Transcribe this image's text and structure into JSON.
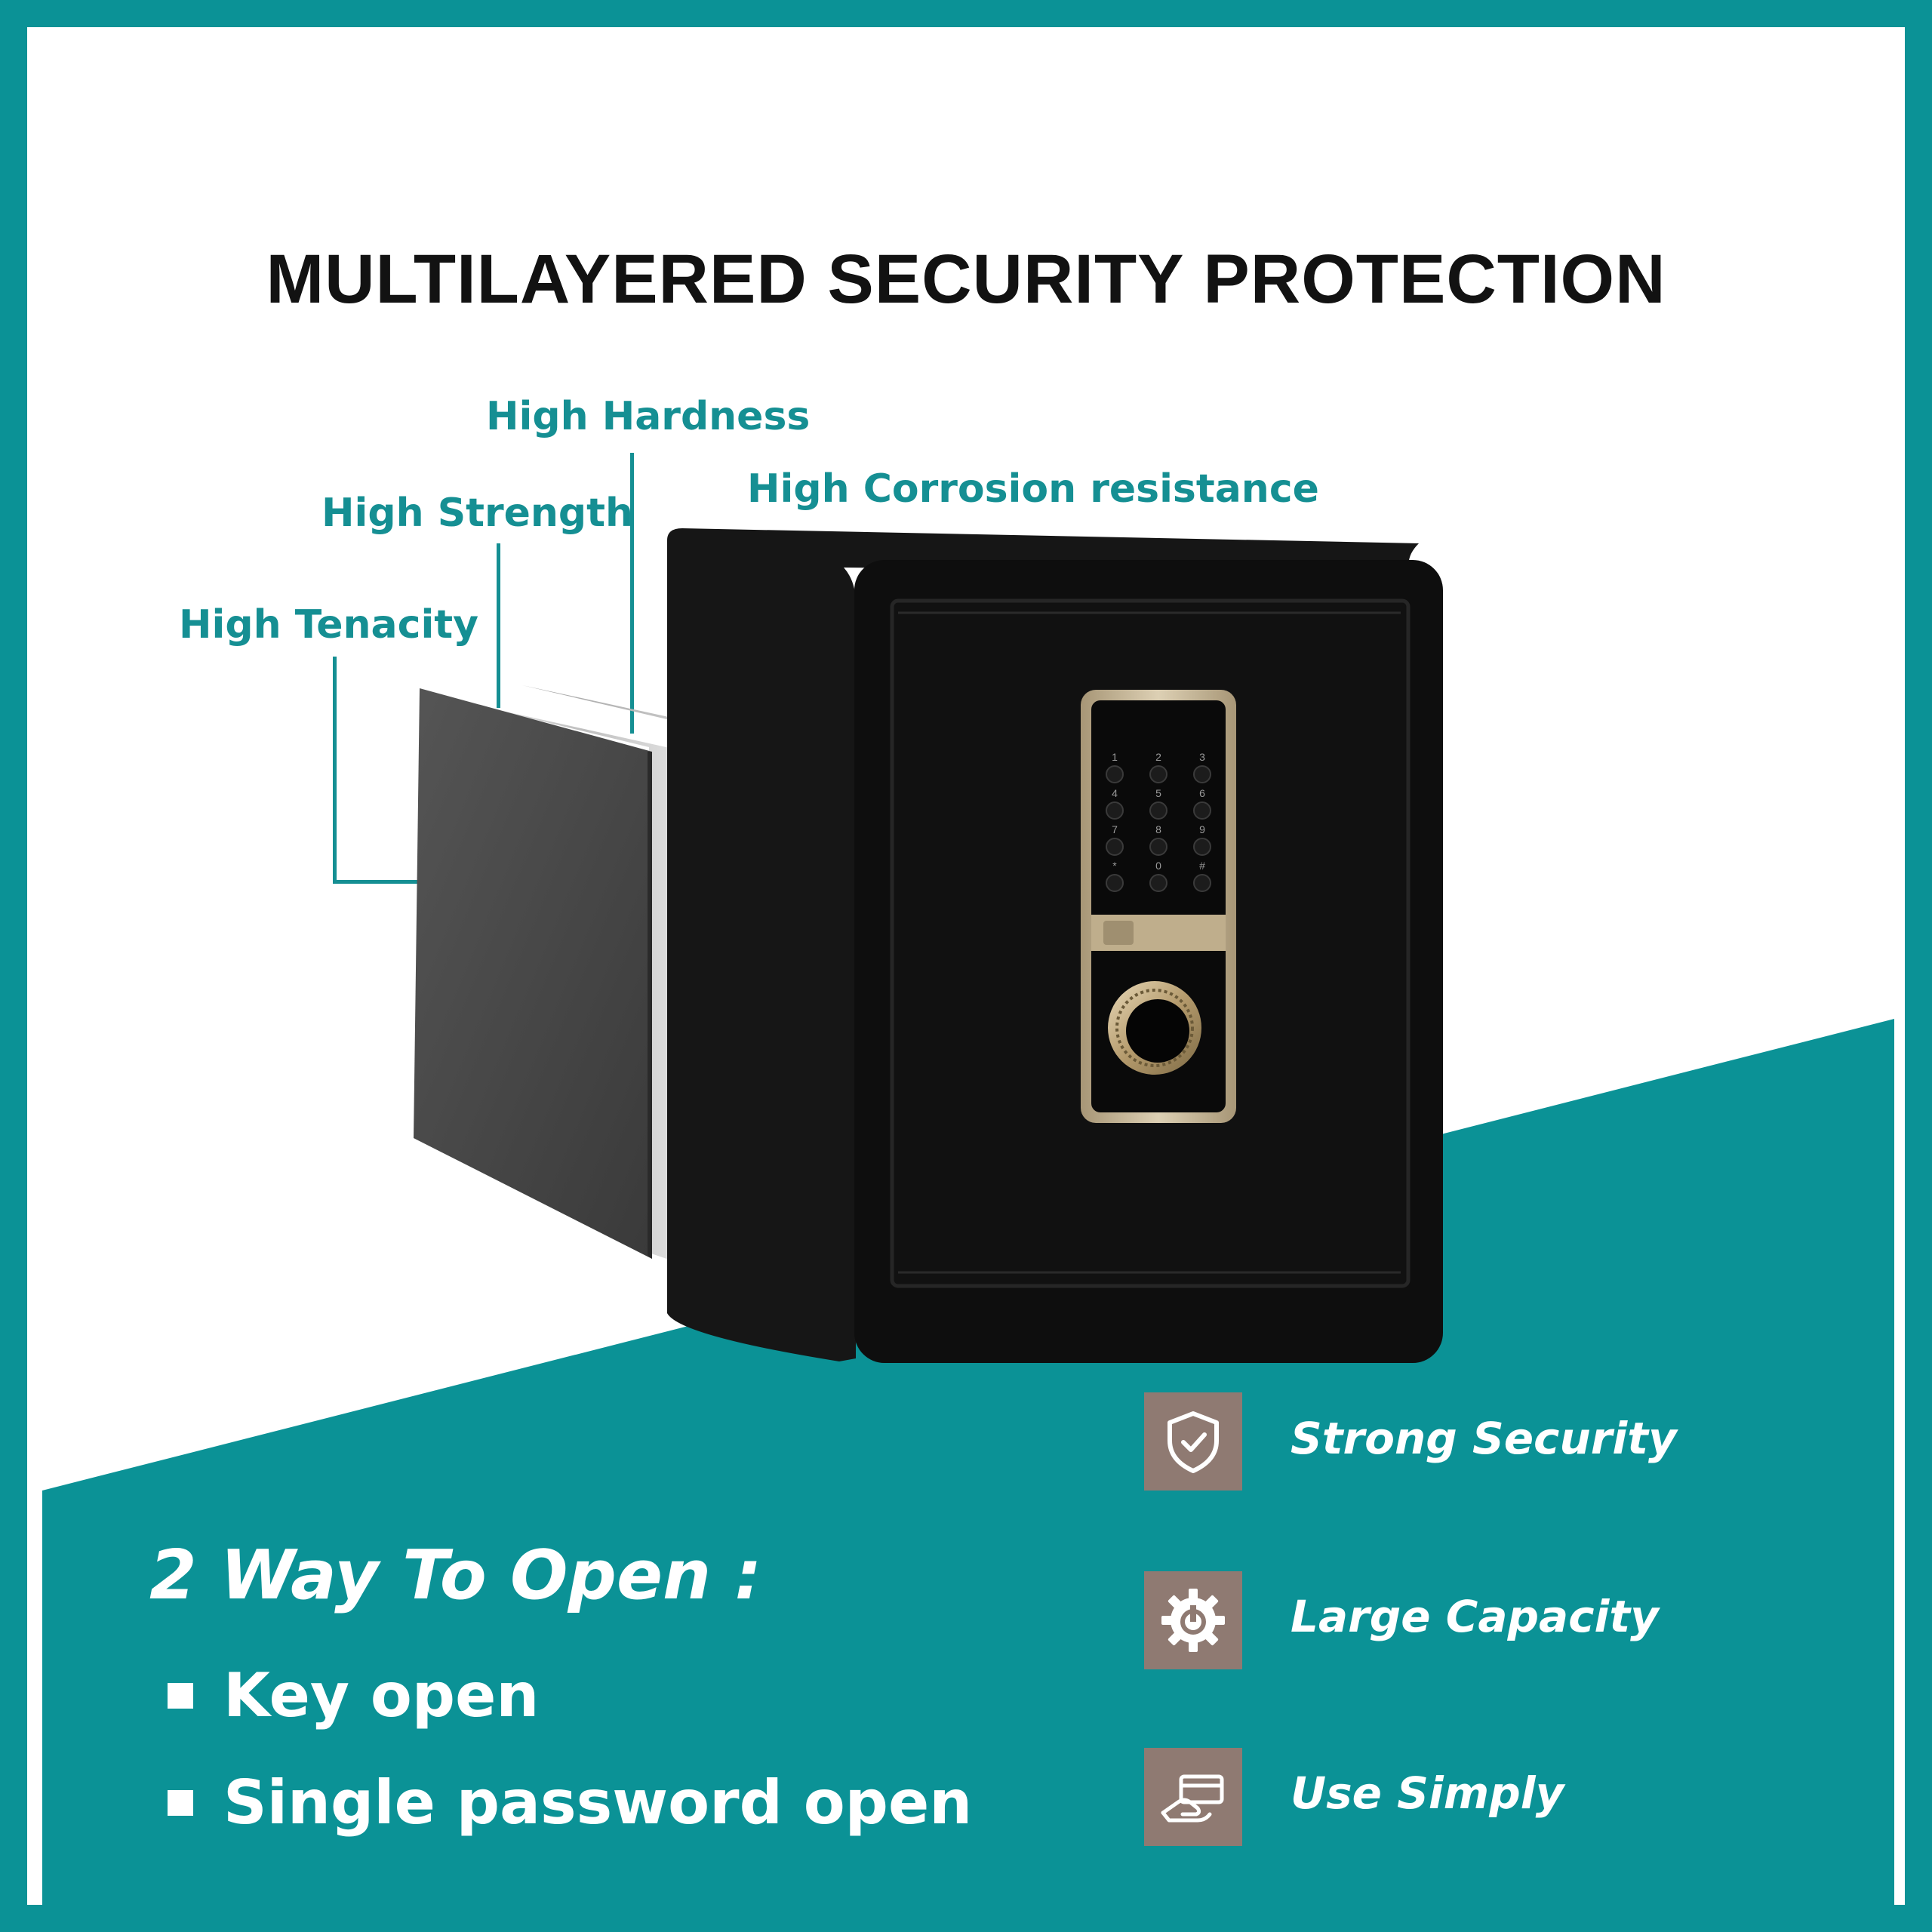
{
  "title": "MULTILAYERED SECURITY PROTECTION",
  "layers": [
    {
      "label": "High Hardness"
    },
    {
      "label": "High Corrosion resistance"
    },
    {
      "label": "High Strength"
    },
    {
      "label": "High Tenacity"
    }
  ],
  "open_methods": {
    "heading": "2 Way To Open :",
    "items": [
      "Key open",
      "Single password open"
    ]
  },
  "features": [
    {
      "label": "Strong Security",
      "icon": "shield-check-icon"
    },
    {
      "label": "Large Capacity",
      "icon": "gear-power-icon"
    },
    {
      "label": "Use Simply",
      "icon": "hand-card-icon"
    }
  ],
  "keypad_keys": [
    "1",
    "2",
    "3",
    "4",
    "5",
    "6",
    "7",
    "8",
    "9",
    "*",
    "0",
    "#"
  ],
  "colors": {
    "teal": "#0b9296",
    "label_teal": "#158f93",
    "icon_box": "#8f7a72",
    "safe_body": "#111111",
    "lock_trim": "#c8b79a"
  }
}
